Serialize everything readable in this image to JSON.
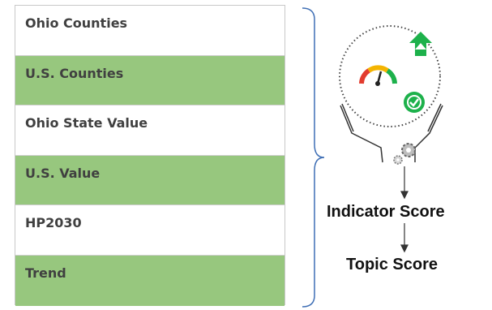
{
  "rows": [
    {
      "label": "Ohio Counties",
      "style": "white"
    },
    {
      "label": "U.S. Counties",
      "style": "green"
    },
    {
      "label": "Ohio State Value",
      "style": "white"
    },
    {
      "label": "U.S. Value",
      "style": "green"
    },
    {
      "label": "HP2030",
      "style": "white"
    },
    {
      "label": "Trend",
      "style": "green"
    }
  ],
  "diagram": {
    "indicator_label": "Indicator Score",
    "topic_label": "Topic Score"
  },
  "colors": {
    "row_green": "#97c77e",
    "bracket_blue": "#3f6fb5",
    "icon_green": "#1db14b"
  },
  "icons": [
    "gauge-icon",
    "up-arrow-icon",
    "check-circle-icon",
    "gears-icon"
  ]
}
